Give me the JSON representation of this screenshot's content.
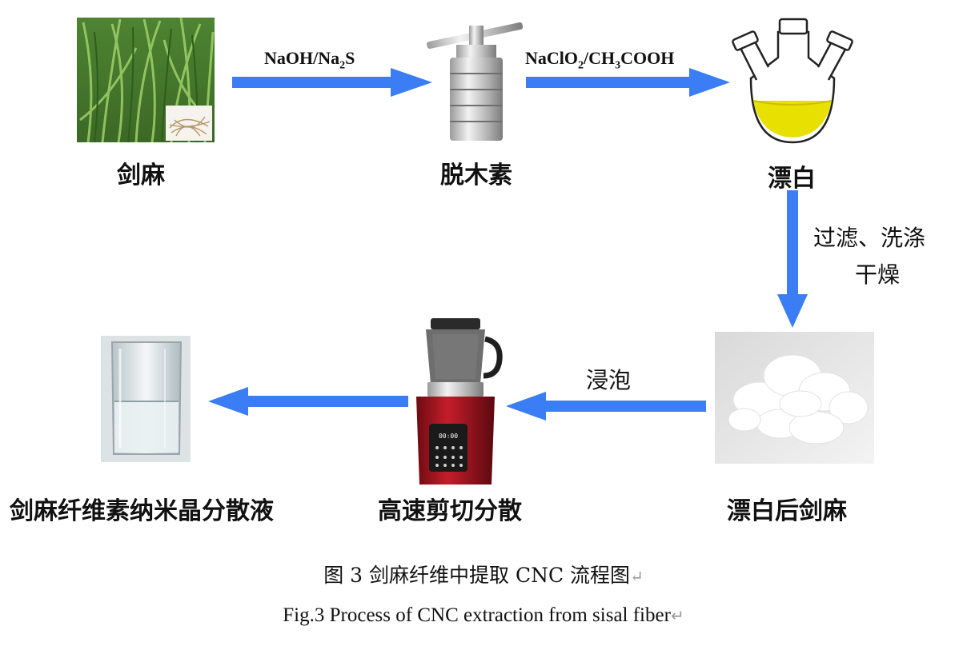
{
  "nodes": {
    "sisal": "剑麻",
    "delignify": "脱木素",
    "bleach": "漂白",
    "bleached_sisal": "漂白后剑麻",
    "shear_disperse": "高速剪切分散",
    "dispersion": "剑麻纤维素纳米晶分散液"
  },
  "edges": {
    "reagent1": {
      "a": "NaOH/Na",
      "a_sub": "2",
      "b": "S"
    },
    "reagent2": {
      "a": "NaClO",
      "a_sub": "2",
      "b": "/CH",
      "b_sub": "3",
      "c": "COOH"
    },
    "step_wash_line1": "过滤、洗涤",
    "step_wash_line2": "干燥",
    "step_soak": "浸泡"
  },
  "caption": {
    "zh": "图 3  剑麻纤维中提取 CNC 流程图",
    "en": "Fig.3 Process of CNC extraction from sisal fiber",
    "return_mark": "↵"
  },
  "colors": {
    "arrow": "#3b7df5",
    "solution": "#e8e000"
  }
}
